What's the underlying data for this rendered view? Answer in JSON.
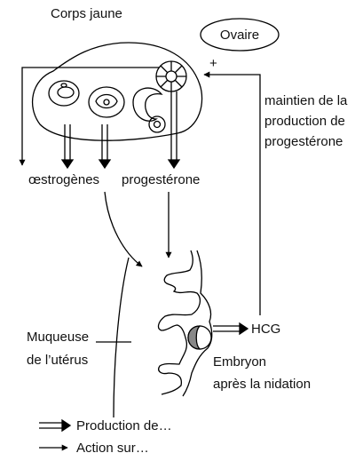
{
  "labels": {
    "corps_jaune": "Corps jaune",
    "ovaire": "Ovaire",
    "plus": "+",
    "maintien_1": "maintien de la",
    "maintien_2": "production de",
    "maintien_3": "progestérone",
    "oestrogenes": "œstrogènes",
    "progesterone": "progestérone",
    "muqueuse_1": "Muqueuse",
    "muqueuse_2": "de l’utérus",
    "hcg": "HCG",
    "embryon_1": "Embryon",
    "embryon_2": "après la nidation"
  },
  "legend": {
    "production": "Production de…",
    "action": "Action sur…"
  }
}
